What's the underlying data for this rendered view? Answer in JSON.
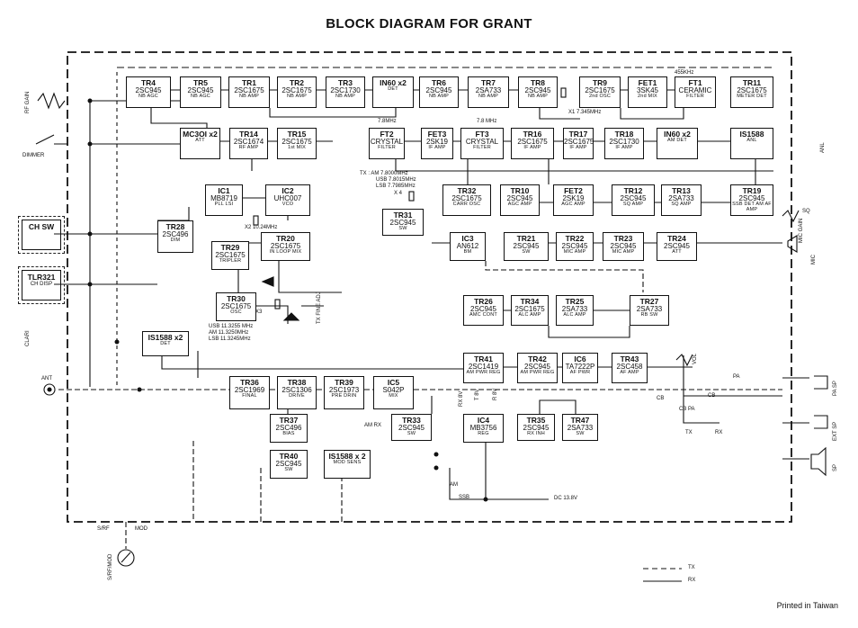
{
  "title": "BLOCK DIAGRAM FOR GRANT",
  "printed": "Printed in Taiwan",
  "blocks": {
    "tr4": {
      "n": "TR4",
      "t": "2SC945",
      "f": "NB AGC"
    },
    "tr5": {
      "n": "TR5",
      "t": "2SC945",
      "f": "NB AGC"
    },
    "tr1": {
      "n": "TR1",
      "t": "2SC1675",
      "f": "NB AMP"
    },
    "tr2": {
      "n": "TR2",
      "t": "2SC1675",
      "f": "NB AMP"
    },
    "tr3": {
      "n": "TR3",
      "t": "2SC1730",
      "f": "NB AMP"
    },
    "in60a": {
      "n": "IN60 x2",
      "t": "",
      "f": "DET"
    },
    "tr6": {
      "n": "TR6",
      "t": "2SC945",
      "f": "NB AMP"
    },
    "tr7": {
      "n": "TR7",
      "t": "2SA733",
      "f": "NB AMP"
    },
    "tr8": {
      "n": "TR8",
      "t": "2SC945",
      "f": "NB AMP"
    },
    "tr9": {
      "n": "TR9",
      "t": "2SC1675",
      "f": "2nd OSC"
    },
    "fet1": {
      "n": "FET1",
      "t": "3SK45",
      "f": "2nd MIX"
    },
    "ft1": {
      "n": "FT1",
      "t": "CERAMIC",
      "f": "FILTER"
    },
    "tr11": {
      "n": "TR11",
      "t": "2SC1675",
      "f": "METER DET"
    },
    "mc": {
      "n": "MC3OI x2",
      "t": "",
      "f": "ATT"
    },
    "tr14": {
      "n": "TR14",
      "t": "2SC1674",
      "f": "RF AMP"
    },
    "tr15": {
      "n": "TR15",
      "t": "2SC1675",
      "f": "1st MIX"
    },
    "ft2": {
      "n": "FT2",
      "t": "CRYSTAL",
      "f": "FILTER"
    },
    "fet3": {
      "n": "FET3",
      "t": "2SK19",
      "f": "IF AMP"
    },
    "ft3": {
      "n": "FT3",
      "t": "CRYSTAL",
      "f": "FILTER"
    },
    "tr16": {
      "n": "TR16",
      "t": "2SC1675",
      "f": "IF AMP"
    },
    "tr17": {
      "n": "TR17",
      "t": "2SC1675",
      "f": "IF AMP"
    },
    "tr18": {
      "n": "TR18",
      "t": "2SC1730",
      "f": "IF AMP"
    },
    "in60b": {
      "n": "IN60 x2",
      "t": "",
      "f": "AM DET"
    },
    "is1588a": {
      "n": "IS1588",
      "t": "",
      "f": "ANL"
    },
    "ic1": {
      "n": "IC1",
      "t": "MB8719",
      "f": "PLL LSI"
    },
    "ic2": {
      "n": "IC2",
      "t": "UHC007",
      "f": "VCO"
    },
    "tr32": {
      "n": "TR32",
      "t": "2SC1675",
      "f": "CARR OSC"
    },
    "tr10": {
      "n": "TR10",
      "t": "2SC945",
      "f": "AGC AMP"
    },
    "fet2": {
      "n": "FET2",
      "t": "2SK19",
      "f": "AGC AMP"
    },
    "tr12": {
      "n": "TR12",
      "t": "2SC945",
      "f": "SQ AMP"
    },
    "tr13": {
      "n": "TR13",
      "t": "2SA733",
      "f": "SQ AMP"
    },
    "tr19": {
      "n": "TR19",
      "t": "2SC945",
      "f": "SSB DET AM AF AMP"
    },
    "tr31": {
      "n": "TR31",
      "t": "2SC945",
      "f": "SW"
    },
    "ic3": {
      "n": "IC3",
      "t": "AN612",
      "f": "BM"
    },
    "tr21": {
      "n": "TR21",
      "t": "2SC945",
      "f": "SW"
    },
    "tr22": {
      "n": "TR22",
      "t": "2SC945",
      "f": "MIC AMP"
    },
    "tr23": {
      "n": "TR23",
      "t": "2SC945",
      "f": "MIC AMP"
    },
    "tr24": {
      "n": "TR24",
      "t": "2SC945",
      "f": "ATT"
    },
    "tr28": {
      "n": "TR28",
      "t": "2SC496",
      "f": "DIM"
    },
    "tr29": {
      "n": "TR29",
      "t": "2SC1675",
      "f": "TRIPLER"
    },
    "tr20": {
      "n": "TR20",
      "t": "2SC1675",
      "f": "IN LOOP MIX"
    },
    "tr30": {
      "n": "TR30",
      "t": "2SC1675",
      "f": "OSC"
    },
    "tr26": {
      "n": "TR26",
      "t": "2SC945",
      "f": "AMC CONT"
    },
    "tr34": {
      "n": "TR34",
      "t": "2SC1675",
      "f": "ALC AMP"
    },
    "tr25": {
      "n": "TR25",
      "t": "2SA733",
      "f": "ALC AMP"
    },
    "tr27": {
      "n": "TR27",
      "t": "2SA733",
      "f": "RB SW"
    },
    "is1588b": {
      "n": "IS1588 x2",
      "t": "",
      "f": "DET"
    },
    "tr41": {
      "n": "TR41",
      "t": "2SC1419",
      "f": "AM PWR REG"
    },
    "tr42": {
      "n": "TR42",
      "t": "2SC945",
      "f": "AM PWR REG"
    },
    "ic6": {
      "n": "IC6",
      "t": "TA7222P",
      "f": "AF PWR"
    },
    "tr43": {
      "n": "TR43",
      "t": "2SC458",
      "f": "AF AMP"
    },
    "tr36": {
      "n": "TR36",
      "t": "2SC1969",
      "f": "FINAL"
    },
    "tr38": {
      "n": "TR38",
      "t": "2SC1306",
      "f": "DRIVE"
    },
    "tr39": {
      "n": "TR39",
      "t": "2SC1973",
      "f": "PRE DRIN"
    },
    "ic5": {
      "n": "IC5",
      "t": "S042P",
      "f": "MIX"
    },
    "tr37": {
      "n": "TR37",
      "t": "2SC496",
      "f": "BIAS"
    },
    "tr33": {
      "n": "TR33",
      "t": "2SC945",
      "f": "SW"
    },
    "ic4": {
      "n": "IC4",
      "t": "MB3756",
      "f": "REG"
    },
    "tr35": {
      "n": "TR35",
      "t": "2SC945",
      "f": "RX INH"
    },
    "tr47": {
      "n": "TR47",
      "t": "2SA733",
      "f": "SW"
    },
    "tr40": {
      "n": "TR40",
      "t": "2SC945",
      "f": "SW"
    },
    "is1588c": {
      "n": "IS1588 x 2",
      "t": "",
      "f": "MOD SENS"
    }
  },
  "switches": {
    "ch_sw": "CH SW",
    "tlr": "TLR321",
    "tlr_sub": "CH DISP"
  },
  "labels": {
    "rf_gain": "RF GAIN",
    "dimmer": "DIMMER",
    "clari": "CLARI",
    "ant": "ANT",
    "anl": "ANL",
    "sq": "SQ",
    "mic_gain": "MIC GAIN",
    "mic": "MIC",
    "vol": "VOL",
    "pa": "PA",
    "cb1": "CB",
    "cb2": "CB",
    "cb_pa": "CB PA",
    "tx": "TX",
    "rx": "RX",
    "pa_sp": "PA SP",
    "ext_sp": "EXT SP",
    "sp": "SP",
    "khz455": "455KHz",
    "mhz78a": "7.8MHz",
    "mhz78b": "7.8 MHz",
    "xtal2": "X1 7.345MHz",
    "x2": "X2 10.24MHz",
    "x4": "X 4",
    "x3": "X3",
    "carr1": "TX : AM  7.8000MHz",
    "carr2": "USB  7.8015MHz",
    "carr3": "LSB  7.7985MHz",
    "osc1": "USB  11.3255 MHz",
    "osc2": "AM   11.3250MHz",
    "osc3": "LSB  11.3245MHz",
    "tx_fine": "TX FINE ADJ",
    "am_rx": "AM RX",
    "rx8v": "RX 8V",
    "t8v": "T 8V",
    "r8v": "R 8V",
    "am": "AM",
    "ssb": "SSB",
    "dc": "DC 13.8V",
    "srf": "S/RF",
    "mod": "MOD",
    "srfmod": "S/RF/MOD",
    "legend_tx": "TX",
    "legend_rx": "RX"
  }
}
